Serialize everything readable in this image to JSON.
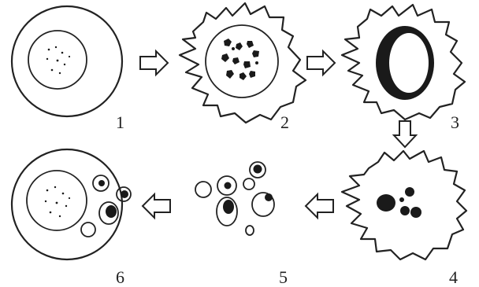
{
  "stages": [
    {
      "id": "1",
      "label": "1"
    },
    {
      "id": "2",
      "label": "2"
    },
    {
      "id": "3",
      "label": "3"
    },
    {
      "id": "4",
      "label": "4"
    },
    {
      "id": "5",
      "label": "5"
    },
    {
      "id": "6",
      "label": "6"
    }
  ],
  "colors": {
    "ink": "#1a1a1a",
    "outline": "#222222",
    "background": "#ffffff"
  }
}
